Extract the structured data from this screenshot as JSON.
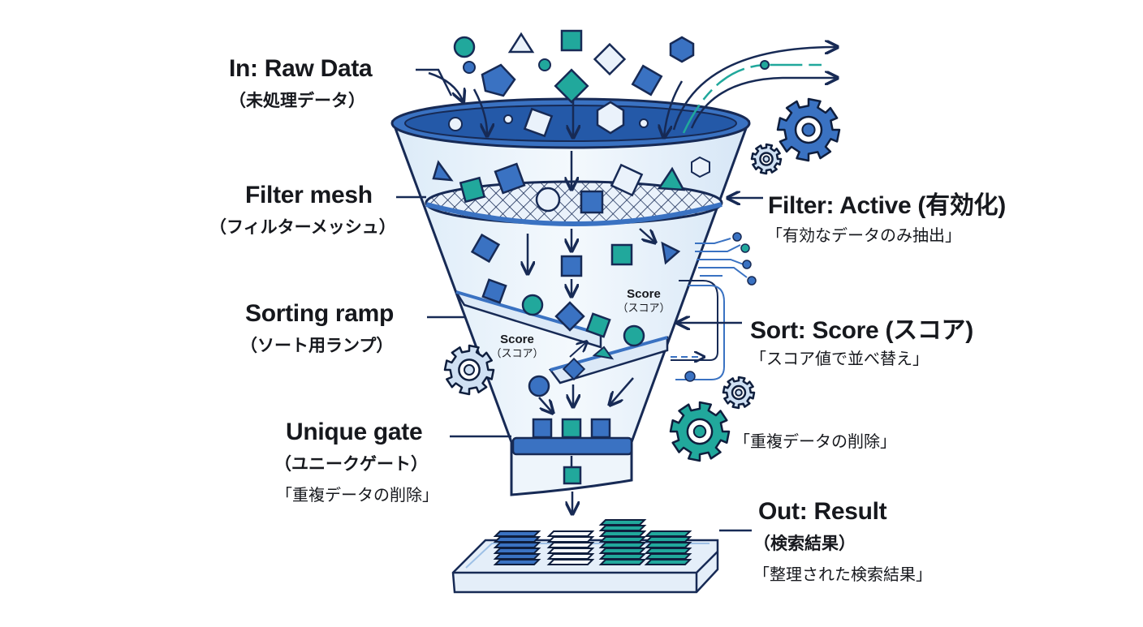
{
  "colors": {
    "ink": "#172a55",
    "blue": "#3a72c2",
    "dark_blue": "#1f4f9c",
    "teal": "#21a89c",
    "light": "#e8f1fa",
    "outline": "#0f1e3d"
  },
  "left_labels": {
    "raw_data": {
      "title": "In: Raw Data",
      "sub": "（未処理データ）"
    },
    "filter_mesh": {
      "title": "Filter mesh",
      "sub": "（フィルターメッシュ）"
    },
    "sorting_ramp": {
      "title": "Sorting ramp",
      "sub": "（ソート用ランプ）"
    },
    "unique_gate": {
      "title": "Unique gate",
      "sub": "（ユニークゲート）",
      "note": "「重複データの削除」"
    }
  },
  "right_labels": {
    "filter_active": {
      "title": "Filter: Active (有効化)",
      "note": "「有効なデータのみ抽出」"
    },
    "sort_score": {
      "title": "Sort: Score (スコア)",
      "note": "「スコア値で並べ替え」"
    },
    "dedupe_note": "「重複データの削除」",
    "output": {
      "title": "Out: Result",
      "sub": "（検索結果）",
      "note": "「整理された検索結果」"
    }
  },
  "ramp_labels": {
    "upper": {
      "title": "Score",
      "sub": "（スコア）"
    },
    "lower": {
      "title": "Score",
      "sub": "（スコア）"
    }
  },
  "icons": [
    "gear-icon",
    "arrow-right-icon",
    "circuit-icon",
    "document-stack-icon"
  ]
}
